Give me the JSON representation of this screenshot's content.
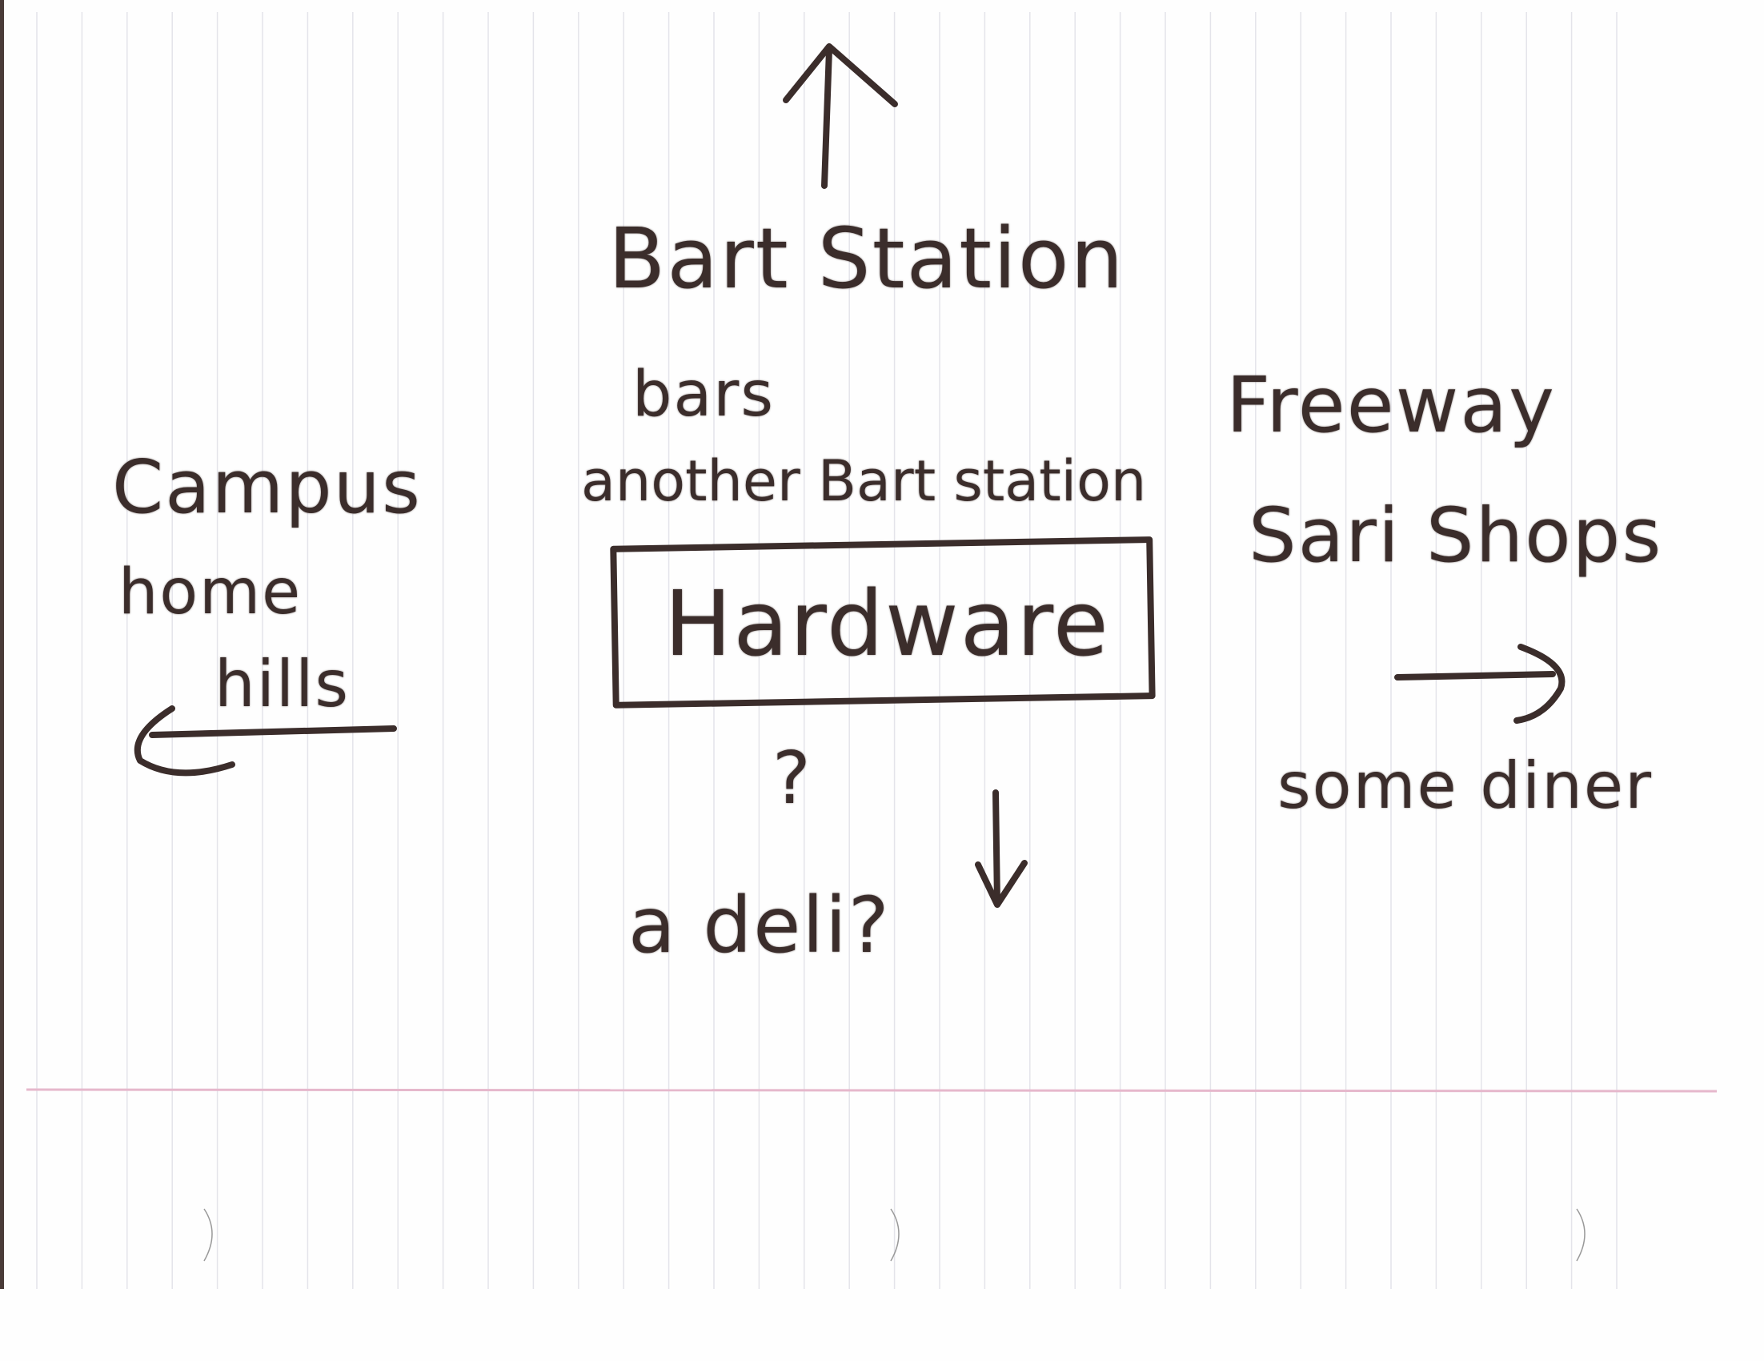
{
  "sketch_map": {
    "center": {
      "label": "Hardware"
    },
    "north": {
      "items": [
        "Bart Station",
        "bars",
        "another Bart station"
      ],
      "arrow_icon": "arrow-up-icon"
    },
    "west": {
      "items": [
        "Campus",
        "home",
        "hills"
      ],
      "arrow_icon": "arrow-left-icon"
    },
    "east": {
      "items": [
        "Freeway",
        "Sari Shops",
        "some diner"
      ],
      "arrow_icon": "arrow-right-icon"
    },
    "south": {
      "question": "?",
      "items": [
        "a deli?"
      ],
      "arrow_icon": "arrow-down-icon"
    },
    "colors": {
      "ink": "#3b2d2b",
      "rule_lines": "#e4e4ea",
      "margin_line": "#e6b8cc"
    }
  }
}
